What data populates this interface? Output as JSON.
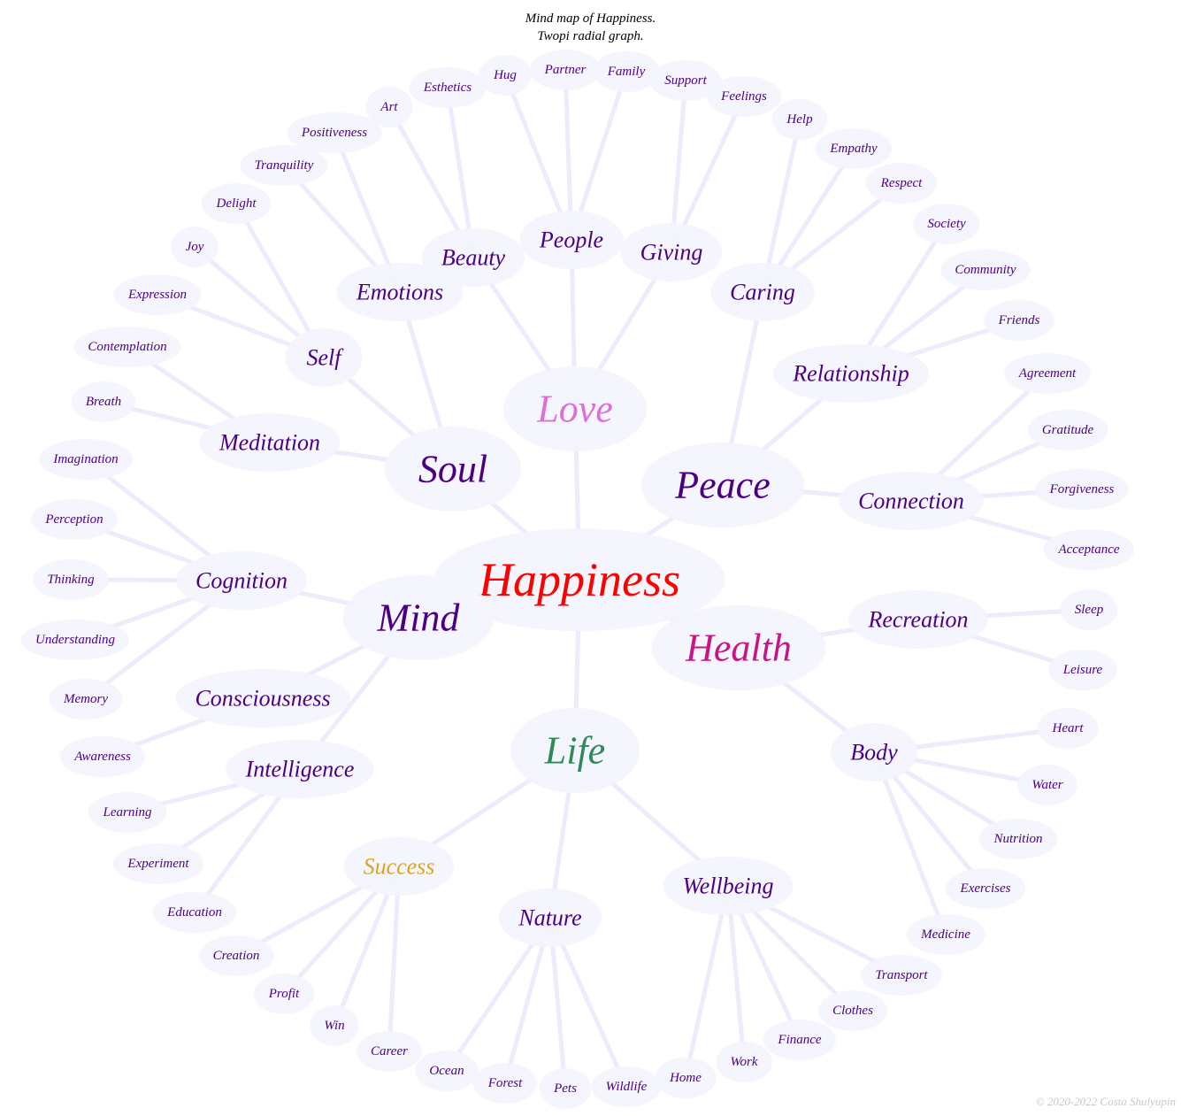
{
  "title": {
    "line1": "Mind map of Happiness.",
    "line2": "Twopi radial graph."
  },
  "copyright": "© 2020-2022 Costa Shulyupin",
  "colors": {
    "edge": "#ececfc",
    "node_fill": "#f4f4fe",
    "default_text": "#4b0082"
  },
  "nodes": [
    {
      "id": "Happiness",
      "label": "Happiness",
      "parent": null,
      "level": 0,
      "color": "#ff0000"
    },
    {
      "id": "Love",
      "label": "Love",
      "parent": "Happiness",
      "level": 1,
      "color": "#da70d6"
    },
    {
      "id": "Soul",
      "label": "Soul",
      "parent": "Happiness",
      "level": 1,
      "color": "#4b0082"
    },
    {
      "id": "Peace",
      "label": "Peace",
      "parent": "Happiness",
      "level": 1,
      "color": "#4b0082"
    },
    {
      "id": "Mind",
      "label": "Mind",
      "parent": "Happiness",
      "level": 1,
      "color": "#4b0082"
    },
    {
      "id": "Health",
      "label": "Health",
      "parent": "Happiness",
      "level": 1,
      "color": "#c71585"
    },
    {
      "id": "Life",
      "label": "Life",
      "parent": "Happiness",
      "level": 1,
      "color": "#2e8b57"
    },
    {
      "id": "Beauty",
      "label": "Beauty",
      "parent": "Love",
      "level": 2
    },
    {
      "id": "People",
      "label": "People",
      "parent": "Love",
      "level": 2
    },
    {
      "id": "Giving",
      "label": "Giving",
      "parent": "Love",
      "level": 2
    },
    {
      "id": "Emotions",
      "label": "Emotions",
      "parent": "Soul",
      "level": 2
    },
    {
      "id": "Self",
      "label": "Self",
      "parent": "Soul",
      "level": 2
    },
    {
      "id": "Meditation",
      "label": "Meditation",
      "parent": "Soul",
      "level": 2
    },
    {
      "id": "Caring",
      "label": "Caring",
      "parent": "Peace",
      "level": 2
    },
    {
      "id": "Relationship",
      "label": "Relationship",
      "parent": "Peace",
      "level": 2
    },
    {
      "id": "Connection",
      "label": "Connection",
      "parent": "Peace",
      "level": 2
    },
    {
      "id": "Cognition",
      "label": "Cognition",
      "parent": "Mind",
      "level": 2
    },
    {
      "id": "Consciousness",
      "label": "Consciousness",
      "parent": "Mind",
      "level": 2
    },
    {
      "id": "Intelligence",
      "label": "Intelligence",
      "parent": "Mind",
      "level": 2
    },
    {
      "id": "Recreation",
      "label": "Recreation",
      "parent": "Health",
      "level": 2
    },
    {
      "id": "Body",
      "label": "Body",
      "parent": "Health",
      "level": 2
    },
    {
      "id": "Success",
      "label": "Success",
      "parent": "Life",
      "level": 2,
      "color": "#daa520"
    },
    {
      "id": "Nature",
      "label": "Nature",
      "parent": "Life",
      "level": 2
    },
    {
      "id": "Wellbeing",
      "label": "Wellbeing",
      "parent": "Life",
      "level": 2
    },
    {
      "id": "Art",
      "label": "Art",
      "parent": "Beauty",
      "level": 3
    },
    {
      "id": "Esthetics",
      "label": "Esthetics",
      "parent": "Beauty",
      "level": 3
    },
    {
      "id": "Hug",
      "label": "Hug",
      "parent": "People",
      "level": 3
    },
    {
      "id": "Partner",
      "label": "Partner",
      "parent": "People",
      "level": 3
    },
    {
      "id": "Family",
      "label": "Family",
      "parent": "People",
      "level": 3
    },
    {
      "id": "Support",
      "label": "Support",
      "parent": "Giving",
      "level": 3
    },
    {
      "id": "Feelings",
      "label": "Feelings",
      "parent": "Giving",
      "level": 3
    },
    {
      "id": "Help",
      "label": "Help",
      "parent": "Caring",
      "level": 3
    },
    {
      "id": "Empathy",
      "label": "Empathy",
      "parent": "Caring",
      "level": 3
    },
    {
      "id": "Respect",
      "label": "Respect",
      "parent": "Caring",
      "level": 3
    },
    {
      "id": "Society",
      "label": "Society",
      "parent": "Relationship",
      "level": 3
    },
    {
      "id": "Community",
      "label": "Community",
      "parent": "Relationship",
      "level": 3
    },
    {
      "id": "Friends",
      "label": "Friends",
      "parent": "Relationship",
      "level": 3
    },
    {
      "id": "Agreement",
      "label": "Agreement",
      "parent": "Connection",
      "level": 3
    },
    {
      "id": "Gratitude",
      "label": "Gratitude",
      "parent": "Connection",
      "level": 3
    },
    {
      "id": "Forgiveness",
      "label": "Forgiveness",
      "parent": "Connection",
      "level": 3
    },
    {
      "id": "Acceptance",
      "label": "Acceptance",
      "parent": "Connection",
      "level": 3
    },
    {
      "id": "Sleep",
      "label": "Sleep",
      "parent": "Recreation",
      "level": 3
    },
    {
      "id": "Leisure",
      "label": "Leisure",
      "parent": "Recreation",
      "level": 3
    },
    {
      "id": "Heart",
      "label": "Heart",
      "parent": "Body",
      "level": 3
    },
    {
      "id": "Water",
      "label": "Water",
      "parent": "Body",
      "level": 3
    },
    {
      "id": "Nutrition",
      "label": "Nutrition",
      "parent": "Body",
      "level": 3
    },
    {
      "id": "Exercises",
      "label": "Exercises",
      "parent": "Body",
      "level": 3
    },
    {
      "id": "Medicine",
      "label": "Medicine",
      "parent": "Body",
      "level": 3
    },
    {
      "id": "Transport",
      "label": "Transport",
      "parent": "Wellbeing",
      "level": 3
    },
    {
      "id": "Clothes",
      "label": "Clothes",
      "parent": "Wellbeing",
      "level": 3
    },
    {
      "id": "Finance",
      "label": "Finance",
      "parent": "Wellbeing",
      "level": 3
    },
    {
      "id": "Work",
      "label": "Work",
      "parent": "Wellbeing",
      "level": 3
    },
    {
      "id": "Home",
      "label": "Home",
      "parent": "Wellbeing",
      "level": 3
    },
    {
      "id": "Wildlife",
      "label": "Wildlife",
      "parent": "Nature",
      "level": 3
    },
    {
      "id": "Pets",
      "label": "Pets",
      "parent": "Nature",
      "level": 3
    },
    {
      "id": "Forest",
      "label": "Forest",
      "parent": "Nature",
      "level": 3
    },
    {
      "id": "Ocean",
      "label": "Ocean",
      "parent": "Nature",
      "level": 3
    },
    {
      "id": "Career",
      "label": "Career",
      "parent": "Success",
      "level": 3
    },
    {
      "id": "Win",
      "label": "Win",
      "parent": "Success",
      "level": 3
    },
    {
      "id": "Profit",
      "label": "Profit",
      "parent": "Success",
      "level": 3
    },
    {
      "id": "Creation",
      "label": "Creation",
      "parent": "Success",
      "level": 3
    },
    {
      "id": "Education",
      "label": "Education",
      "parent": "Intelligence",
      "level": 3
    },
    {
      "id": "Experiment",
      "label": "Experiment",
      "parent": "Intelligence",
      "level": 3
    },
    {
      "id": "Learning",
      "label": "Learning",
      "parent": "Intelligence",
      "level": 3
    },
    {
      "id": "Awareness",
      "label": "Awareness",
      "parent": "Consciousness",
      "level": 3
    },
    {
      "id": "Memory",
      "label": "Memory",
      "parent": "Cognition",
      "level": 3
    },
    {
      "id": "Understanding",
      "label": "Understanding",
      "parent": "Cognition",
      "level": 3
    },
    {
      "id": "Thinking",
      "label": "Thinking",
      "parent": "Cognition",
      "level": 3
    },
    {
      "id": "Perception",
      "label": "Perception",
      "parent": "Cognition",
      "level": 3
    },
    {
      "id": "Imagination",
      "label": "Imagination",
      "parent": "Cognition",
      "level": 3
    },
    {
      "id": "Breath",
      "label": "Breath",
      "parent": "Meditation",
      "level": 3
    },
    {
      "id": "Contemplation",
      "label": "Contemplation",
      "parent": "Meditation",
      "level": 3
    },
    {
      "id": "Expression",
      "label": "Expression",
      "parent": "Self",
      "level": 3
    },
    {
      "id": "Joy",
      "label": "Joy",
      "parent": "Self",
      "level": 3
    },
    {
      "id": "Delight",
      "label": "Delight",
      "parent": "Self",
      "level": 3
    },
    {
      "id": "Tranquility",
      "label": "Tranquility",
      "parent": "Emotions",
      "level": 3
    },
    {
      "id": "Positiveness",
      "label": "Positiveness",
      "parent": "Emotions",
      "level": 3
    }
  ]
}
